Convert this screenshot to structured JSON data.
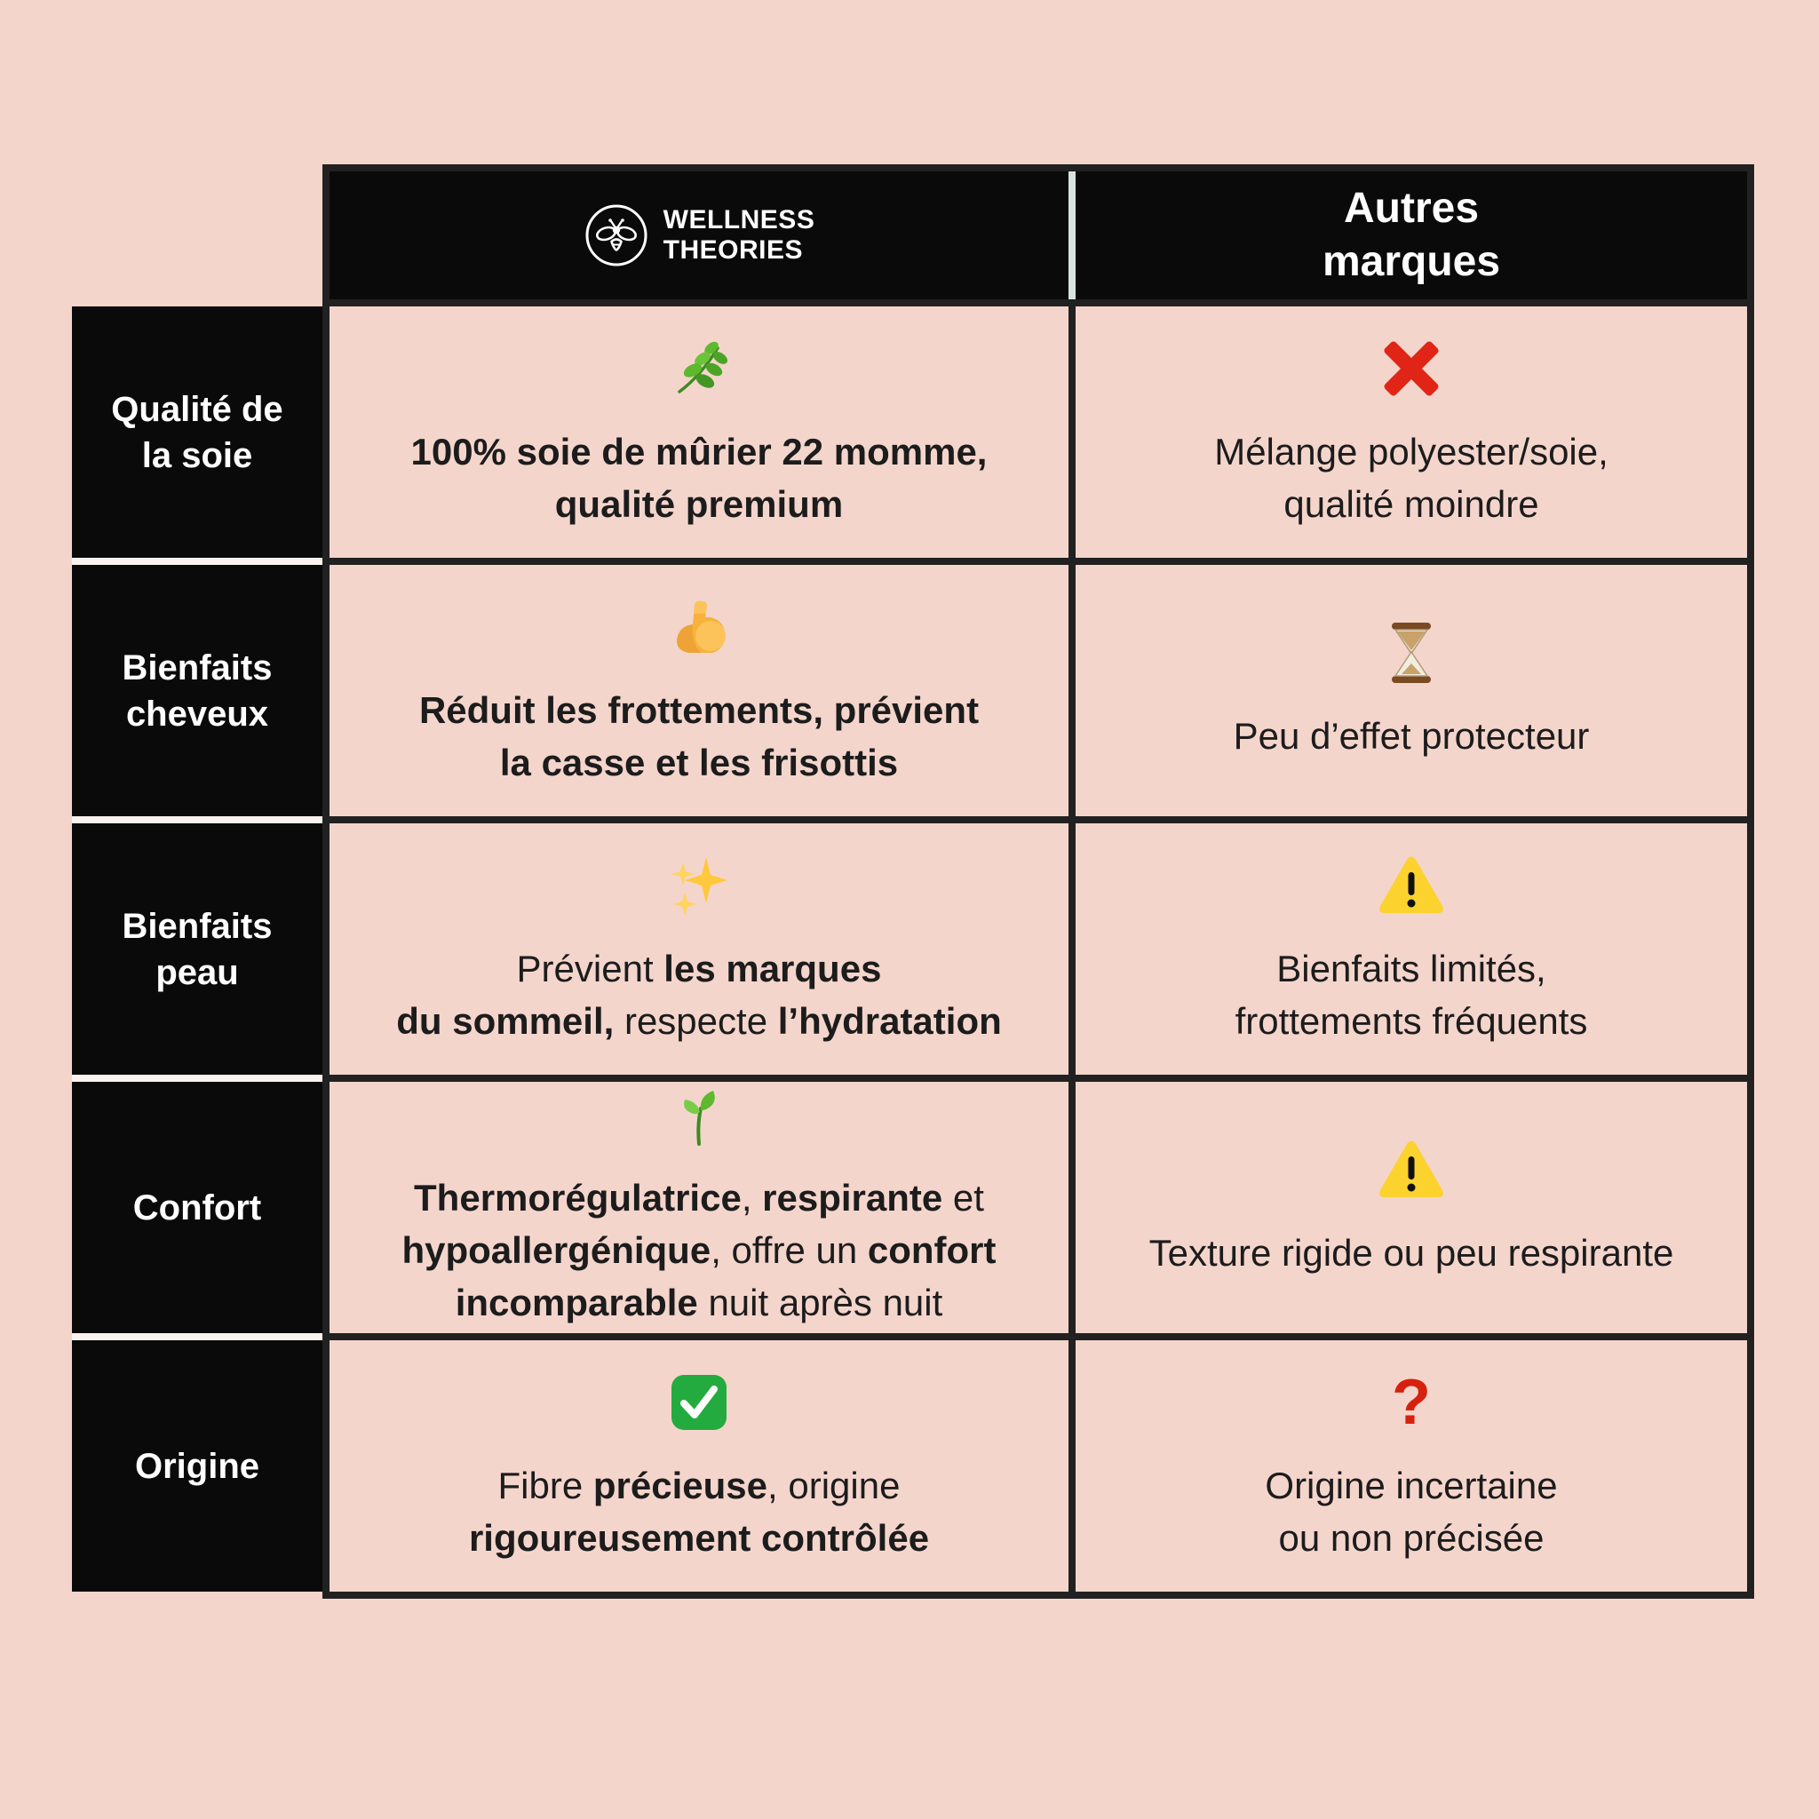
{
  "page": {
    "background": "#f4d5cc"
  },
  "colors": {
    "box_black": "#0a0a0a",
    "border_black": "#212121",
    "cell_pink": "#f4d5cc",
    "header_divider": "#d6e3de",
    "label_gap": "#faf2ef",
    "cross_red": "#e02516",
    "question_red": "#d6210f",
    "warning_yellow": "#fcd22e",
    "check_green": "#24ab3f",
    "leaf_green": "#5aa832",
    "biceps_yellow": "#f7b23c",
    "hourglass_brown": "#7a4b22"
  },
  "header": {
    "brand": {
      "logo_icon": "bee-circle-logo",
      "name": "WELLNESS\nTHEORIES"
    },
    "other": {
      "label": "Autres\nmarques"
    }
  },
  "rows": [
    {
      "label": "Qualité de\nla soie",
      "brand_cell": {
        "icon": "herb-icon",
        "lines": [
          [
            {
              "t": "100% soie de mûrier 22 momme,",
              "b": true
            }
          ],
          [
            {
              "t": "qualité premium",
              "b": true
            }
          ]
        ]
      },
      "other_cell": {
        "icon": "cross-mark-icon",
        "lines": [
          [
            {
              "t": "Mélange polyester/soie,",
              "b": false
            }
          ],
          [
            {
              "t": "qualité moindre",
              "b": false
            }
          ]
        ]
      }
    },
    {
      "label": "Bienfaits\ncheveux",
      "brand_cell": {
        "icon": "flexed-biceps-icon",
        "lines": [
          [
            {
              "t": "Réduit les frottements, prévient",
              "b": true
            }
          ],
          [
            {
              "t": "la casse et les frisottis",
              "b": true
            }
          ]
        ]
      },
      "other_cell": {
        "icon": "hourglass-icon",
        "lines": [
          [
            {
              "t": "Peu d’effet protecteur",
              "b": false
            }
          ]
        ]
      }
    },
    {
      "label": "Bienfaits\npeau",
      "brand_cell": {
        "icon": "sparkles-icon",
        "lines": [
          [
            {
              "t": "Prévient ",
              "b": false
            },
            {
              "t": "les marques",
              "b": true
            }
          ],
          [
            {
              "t": "du sommeil,",
              "b": true
            },
            {
              "t": " respecte ",
              "b": false
            },
            {
              "t": "l’hydratation",
              "b": true
            }
          ]
        ]
      },
      "other_cell": {
        "icon": "warning-icon",
        "lines": [
          [
            {
              "t": "Bienfaits limités,",
              "b": false
            }
          ],
          [
            {
              "t": "frottements fréquents",
              "b": false
            }
          ]
        ]
      }
    },
    {
      "label": "Confort",
      "brand_cell": {
        "icon": "seedling-icon",
        "lines": [
          [
            {
              "t": "Thermorégulatrice",
              "b": true
            },
            {
              "t": ", ",
              "b": false
            },
            {
              "t": "respirante",
              "b": true
            },
            {
              "t": " et",
              "b": false
            }
          ],
          [
            {
              "t": "hypoallergénique",
              "b": true
            },
            {
              "t": ", offre un ",
              "b": false
            },
            {
              "t": "confort",
              "b": true
            }
          ],
          [
            {
              "t": "incomparable",
              "b": true
            },
            {
              "t": " nuit après nuit",
              "b": false
            }
          ]
        ]
      },
      "other_cell": {
        "icon": "warning-icon",
        "lines": [
          [
            {
              "t": "Texture rigide ou peu respirante",
              "b": false
            }
          ]
        ]
      }
    },
    {
      "label": "Origine",
      "brand_cell": {
        "icon": "check-mark-icon",
        "lines": [
          [
            {
              "t": "Fibre ",
              "b": false
            },
            {
              "t": "précieuse",
              "b": true
            },
            {
              "t": ", origine",
              "b": false
            }
          ],
          [
            {
              "t": "rigoureusement contrôlée",
              "b": true
            }
          ]
        ]
      },
      "other_cell": {
        "icon": "question-mark-icon",
        "lines": [
          [
            {
              "t": "Origine incertaine",
              "b": false
            }
          ],
          [
            {
              "t": "ou non précisée",
              "b": false
            }
          ]
        ]
      }
    }
  ]
}
